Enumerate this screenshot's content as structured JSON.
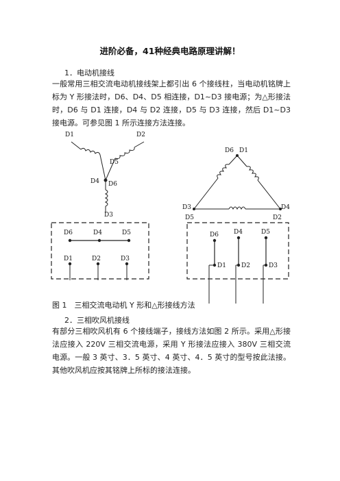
{
  "title": "进阶必备，41种经典电路原理讲解！",
  "section1": {
    "heading": "1．电动机接线",
    "paragraph": "一般常用三相交流电动机接线架上都引出 6 个接线柱，当电动机铭牌上标为 Y 形接法时，D6、D4、D5 相连接，D1~D3 接电源；为△形接法时，D6 与 D1 连接，D4 与 D2 连接，D5 与 D3 连接，然后 D1~D3 接电源。可参见图 1 所示连接方法连接。"
  },
  "figure1": {
    "caption": "图 1　三相交流电动机 Y 形和△形接线方法",
    "y_labels": {
      "d1": "D1",
      "d2": "D2",
      "d5": "D5",
      "d4": "D4",
      "d6": "D6",
      "d3": "D3"
    },
    "y_box": {
      "top": [
        "D6",
        "D4",
        "D5"
      ],
      "bottom": [
        "D1",
        "D2",
        "D3"
      ]
    },
    "delta_labels": {
      "top_left": "D6",
      "top_right": "D1",
      "left_d3": "D3",
      "left_d5": "D5",
      "right_d4": "D4",
      "right_d2": "D2"
    },
    "delta_box": {
      "top": [
        "D6",
        "D4",
        "D5"
      ],
      "bottom": [
        "D1",
        "D2",
        "D3"
      ]
    }
  },
  "section2": {
    "heading": "2．三相吹风机接线",
    "paragraph": "有部分三相吹风机有 6 个接线端子，接线方法如图 2 所示。采用△形接法应接入 220V 三相交流电源，采用 Y 形接法应接入 380V 三相交流电源。一般 3 英寸、3．5 英寸、4 英寸、4．5 英寸的型号按此法接。其他吹风机应按其铭牌上所标的接法连接。"
  }
}
